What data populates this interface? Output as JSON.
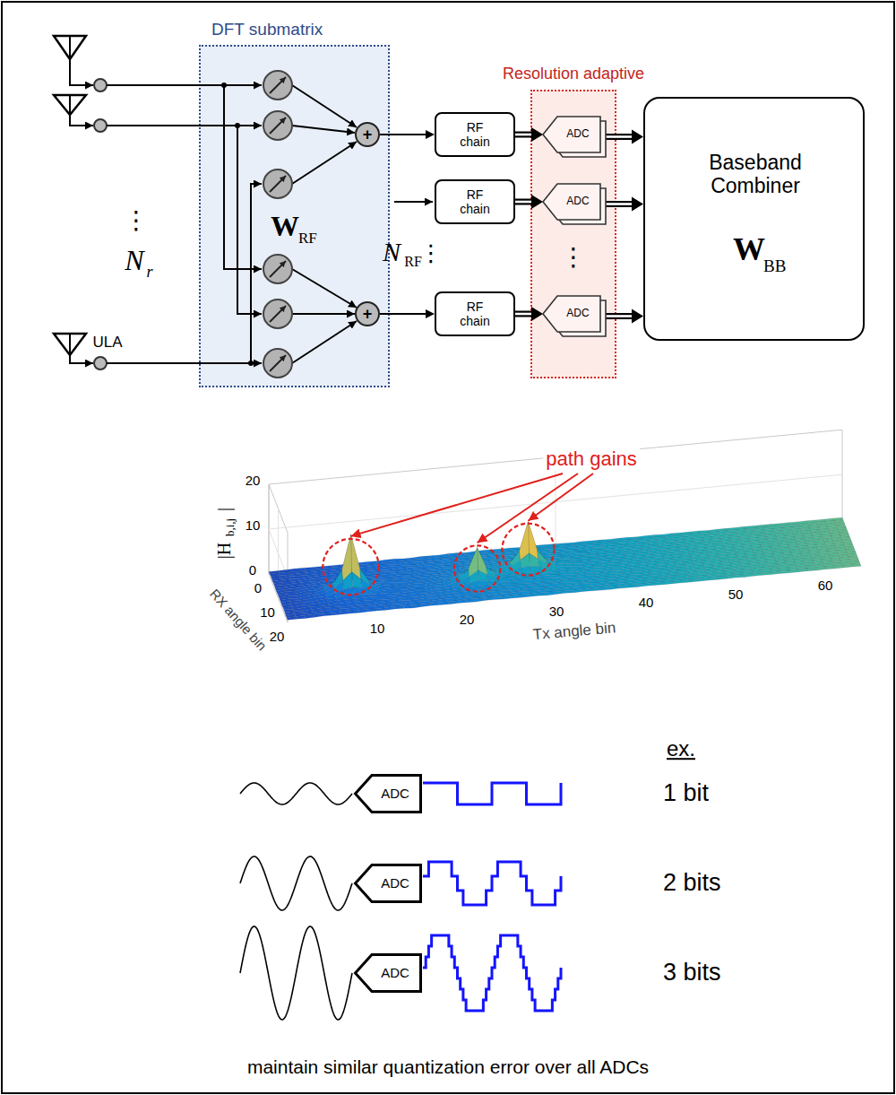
{
  "diagram": {
    "caption": "maintain similar quantization error over all ADCs",
    "nodes": [
      {
        "text": [
          "DFT submatrix",
          "W",
          "RF"
        ]
      },
      {
        "text": [
          "+"
        ],
        "in": 0
      },
      {
        "text": [
          "+"
        ],
        "in": 0
      },
      {
        "text": [
          "RF chain"
        ]
      },
      {
        "text": [
          "RF chain"
        ]
      },
      {
        "text": [
          "RF chain"
        ]
      },
      {
        "text": [
          "Resolution adaptive"
        ]
      },
      {
        "text": [
          "ADC"
        ],
        "in": 6
      },
      {
        "text": [
          "ADC"
        ],
        "in": 6
      },
      {
        "text": [
          "ADC"
        ],
        "in": 6
      },
      {
        "text": [
          "Baseband Combiner",
          "W",
          "BB"
        ]
      },
      {
        "text": [
          "ADC"
        ]
      },
      {
        "text": [
          "ADC"
        ]
      },
      {
        "text": [
          "ADC"
        ]
      }
    ],
    "edges": [
      {
        "from": 1,
        "to": 3,
        "arrow": "to"
      },
      {
        "from": 2,
        "to": 5,
        "arrow": "to"
      },
      {
        "from": 3,
        "to": 7,
        "arrow": "to"
      },
      {
        "from": 4,
        "to": 8,
        "arrow": "to"
      },
      {
        "from": 5,
        "to": 9,
        "arrow": "to"
      },
      {
        "from": 7,
        "to": 10,
        "arrow": "to"
      },
      {
        "from": 8,
        "to": 10,
        "arrow": "to"
      },
      {
        "from": 9,
        "to": 10,
        "arrow": "to"
      }
    ],
    "labels": [
      "ULA",
      "⋮",
      "N",
      "r",
      "N",
      "RF",
      "⋮",
      "⋮",
      "path gains",
      "20",
      "10",
      "0",
      "|H",
      "b,i,j",
      "|",
      "0",
      "10",
      "20",
      "RX angle bin",
      "10",
      "20",
      "30",
      "40",
      "50",
      "60",
      "Tx angle bin",
      "ex.",
      "1 bit",
      "2 bits",
      "3 bits"
    ]
  }
}
